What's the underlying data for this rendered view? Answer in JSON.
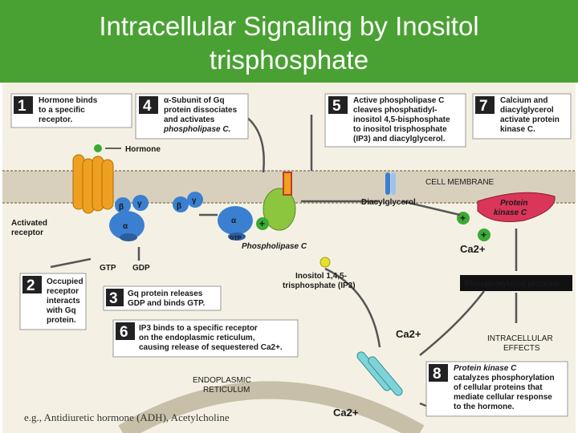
{
  "title": "Intracellular Signaling by Inositol\ntrisphosphate",
  "caption": "e.g., Antidiuretic hormone (ADH), Acetylcholine",
  "colors": {
    "title_bg": "#4aa133",
    "panel_bg": "#f4f1e4",
    "receptor": "#f0a020",
    "g_protein": "#3b7fd0",
    "phospholipase": "#8cc63f",
    "kinase": "#d9365a",
    "plus": "#3aaa35"
  },
  "steps": [
    {
      "num": "1",
      "lines": [
        "Hormone binds",
        "to a specific",
        "receptor."
      ]
    },
    {
      "num": "4",
      "lines": [
        "α-Subunit of Gq",
        "protein dissociates",
        "and activates",
        "phospholipase C."
      ]
    },
    {
      "num": "5",
      "lines": [
        "Active phospholipase C",
        "cleaves phosphatidyl-",
        "inositol 4,5-bisphosphate",
        "to inositol trisphosphate",
        "(IP3) and diacylglycerol."
      ]
    },
    {
      "num": "7",
      "lines": [
        "Calcium and",
        "diacylglycerol",
        "activate protein",
        "kinase C."
      ]
    },
    {
      "num": "2",
      "lines": [
        "Occupied",
        "receptor",
        "interacts",
        "with Gq",
        "protein."
      ]
    },
    {
      "num": "3",
      "lines": [
        "Gq protein releases",
        "GDP and binds GTP."
      ]
    },
    {
      "num": "6",
      "lines": [
        "IP3 binds to a specific receptor",
        "on the endoplasmic reticulum,",
        "causing release of sequestered Ca2+."
      ]
    },
    {
      "num": "8",
      "lines": [
        "Protein kinase C",
        "catalyzes phosphorylation",
        "of cellular proteins that",
        "mediate cellular response",
        "to the hormone."
      ]
    }
  ],
  "labels": {
    "hormone": "Hormone",
    "activated_receptor": [
      "Activated",
      "receptor"
    ],
    "cell_membrane": "CELL MEMBRANE",
    "diacylglycerol": "Diacylglycerol",
    "protein_kinase_c": [
      "Protein",
      "kinase C"
    ],
    "phospholipase_c": "Phospholipase C",
    "gtp": "GTP",
    "gdp": "GDP",
    "ip3": [
      "Inositol 1,4,5-",
      "trisphosphate (IP3)"
    ],
    "phosphorylated_proteins": "Phosphorylated proteins",
    "intracellular_effects": [
      "INTRACELLULAR",
      "EFFECTS"
    ],
    "er": [
      "ENDOPLASMIC",
      "RETICULUM"
    ],
    "ca_a": "Ca2+",
    "ca_b": "Ca2+",
    "ca_c": "Ca2+",
    "alpha": "α",
    "beta": "β",
    "gamma": "γ",
    "gtp_small": "GTP",
    "plus": "+"
  }
}
